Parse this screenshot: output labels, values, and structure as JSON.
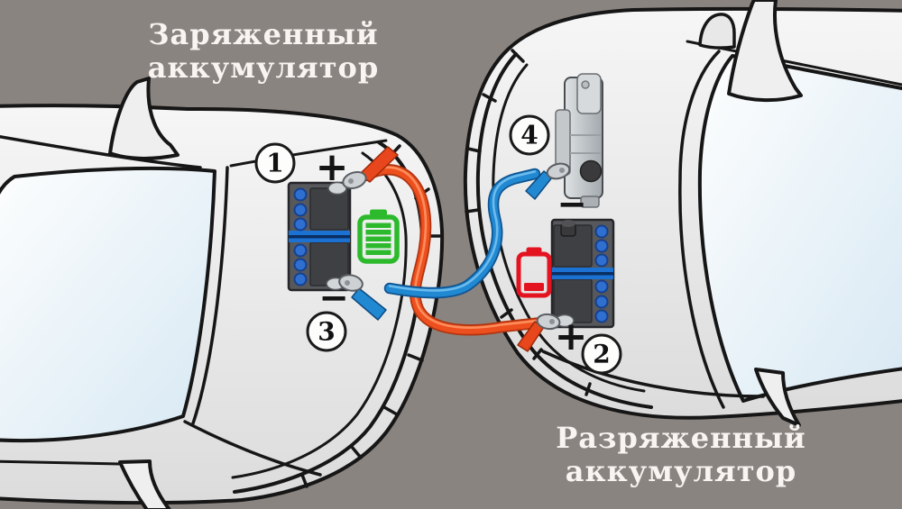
{
  "diagram": {
    "background_color": "#8a8480",
    "charged_battery_label": {
      "line1": "Заряженный",
      "line2": "аккумулятор"
    },
    "discharged_battery_label": {
      "line1": "Разряженный",
      "line2": "аккумулятор"
    },
    "connection_steps": [
      "1",
      "2",
      "3",
      "4"
    ],
    "terminal_signs": {
      "plus": "+",
      "minus": "−"
    },
    "cables": {
      "positive_color": "#ee4f1e",
      "negative_color": "#2188d2"
    },
    "battery_icons": {
      "charged_color": "#2cba2c",
      "discharged_color": "#e41320"
    }
  }
}
